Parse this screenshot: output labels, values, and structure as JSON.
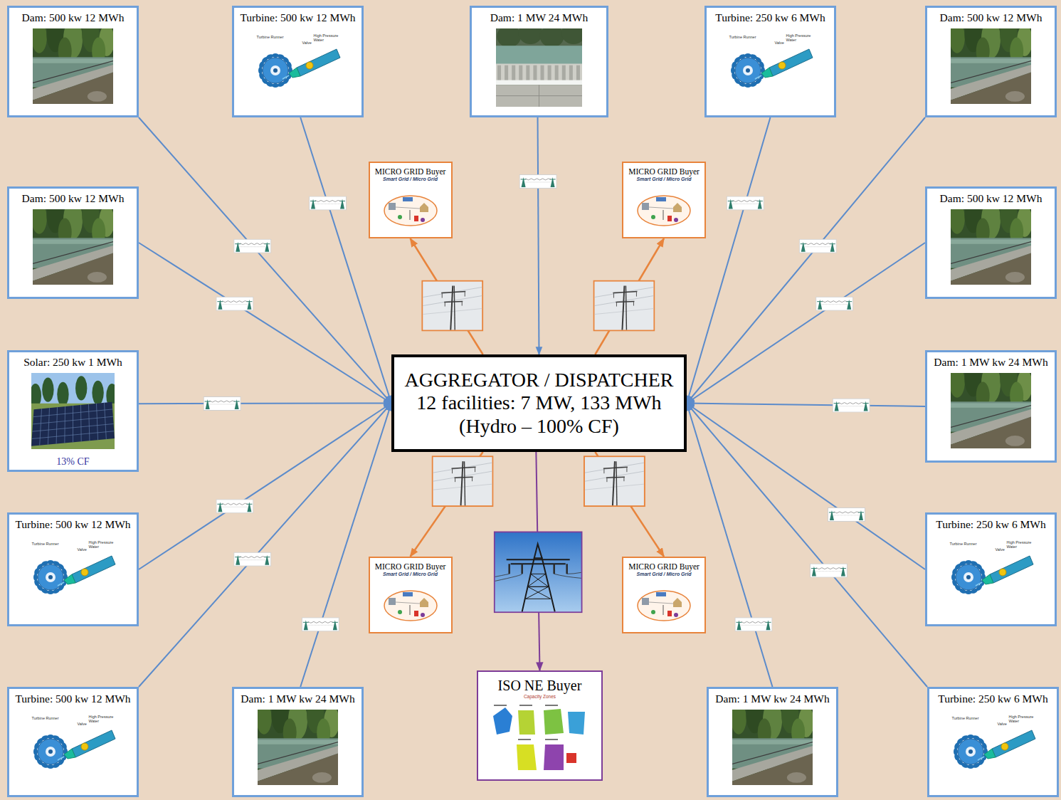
{
  "diagram": {
    "nodes": [
      {
        "text": [
          "Dam: 500 kw 12 MWh"
        ]
      },
      {
        "text": [
          "Turbine: 500 kw 12 MWh"
        ]
      },
      {
        "text": [
          "Dam: 1 MW 24 MWh"
        ]
      },
      {
        "text": [
          "Turbine: 250 kw 6 MWh"
        ]
      },
      {
        "text": [
          "Dam: 500 kw 12 MWh"
        ]
      },
      {
        "text": [
          "Dam: 500 kw 12 MWh"
        ]
      },
      {
        "text": [
          "MICRO GRID Buyer",
          "Smart Grid / Micro Grid"
        ]
      },
      {
        "text": [
          "MICRO GRID Buyer",
          "Smart Grid / Micro Grid"
        ]
      },
      {
        "text": [
          "Dam: 500 kw 12 MWh"
        ]
      },
      {
        "text": [
          "Solar: 250 kw 1 MWh",
          "13% CF"
        ]
      },
      {
        "text": [
          "AGGREGATOR / DISPATCHER",
          "12 facilities: 7 MW, 133 MWh",
          "(Hydro – 100% CF)"
        ]
      },
      {
        "text": [
          "Dam: 1 MW kw 24 MWh"
        ]
      },
      {
        "text": [
          "Turbine: 500 kw 12 MWh"
        ]
      },
      {
        "text": [
          "MICRO GRID Buyer",
          "Smart Grid / Micro Grid"
        ]
      },
      {
        "text": [
          "MICRO GRID Buyer",
          "Smart Grid / Micro Grid"
        ]
      },
      {
        "text": [
          "Turbine: 250 kw 6 MWh"
        ]
      },
      {
        "text": [
          "Turbine: 500 kw 12 MWh"
        ]
      },
      {
        "text": [
          "Dam: 1 MW kw 24 MWh"
        ]
      },
      {
        "text": [
          "ISO NE Buyer",
          "Capacity Zones"
        ]
      },
      {
        "text": [
          "Dam: 1 MW kw 24 MWh"
        ]
      },
      {
        "text": [
          "Turbine: 250 kw 6 MWh"
        ]
      }
    ],
    "edges": [
      {
        "from": 0,
        "to": 10,
        "arrow": "to"
      },
      {
        "from": 1,
        "to": 10,
        "arrow": "to"
      },
      {
        "from": 2,
        "to": 10,
        "arrow": "to"
      },
      {
        "from": 3,
        "to": 10,
        "arrow": "to"
      },
      {
        "from": 4,
        "to": 10,
        "arrow": "to"
      },
      {
        "from": 5,
        "to": 10,
        "arrow": "to"
      },
      {
        "from": 8,
        "to": 10,
        "arrow": "to"
      },
      {
        "from": 9,
        "to": 10,
        "arrow": "to"
      },
      {
        "from": 11,
        "to": 10,
        "arrow": "to"
      },
      {
        "from": 12,
        "to": 10,
        "arrow": "to"
      },
      {
        "from": 15,
        "to": 10,
        "arrow": "to"
      },
      {
        "from": 16,
        "to": 10,
        "arrow": "to"
      },
      {
        "from": 17,
        "to": 10,
        "arrow": "to"
      },
      {
        "from": 19,
        "to": 10,
        "arrow": "to"
      },
      {
        "from": 20,
        "to": 10,
        "arrow": "to"
      },
      {
        "from": 10,
        "to": 6,
        "arrow": "to"
      },
      {
        "from": 10,
        "to": 7,
        "arrow": "to"
      },
      {
        "from": 10,
        "to": 13,
        "arrow": "to"
      },
      {
        "from": 10,
        "to": 14,
        "arrow": "to"
      },
      {
        "from": 10,
        "to": 18,
        "arrow": "to"
      }
    ],
    "labels": [
      "Turbine Runner",
      "Valve",
      "High Pressure Water",
      "Turbine Runner",
      "Valve",
      "High Pressure Water",
      "Turbine Runner",
      "Valve",
      "High Pressure Water",
      "Turbine Runner",
      "Valve",
      "High Pressure Water",
      "Turbine Runner",
      "Valve",
      "High Pressure Water",
      "Turbine Runner",
      "Valve",
      "High Pressure Water"
    ]
  }
}
